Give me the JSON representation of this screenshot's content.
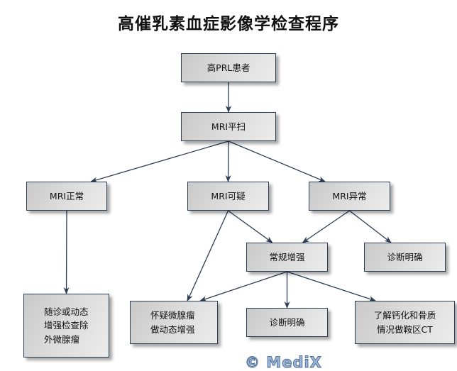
{
  "title": "高催乳素血症影像学检查程序",
  "nodes": {
    "start": "高PRL患者",
    "plain_mri": "MRI平扫",
    "mri_normal": "MRI正常",
    "mri_suspicious": "MRI可疑",
    "mri_abnormal": "MRI异常",
    "routine_enhance": "常规增强",
    "diagnosis_clear_1": "诊断明确",
    "follow_up": "随诊或动态\n增强检查除\n外微腺瘤",
    "suspect_microadenoma": "怀疑微腺瘤\n做动态增强",
    "diagnosis_clear_2": "诊断明确",
    "ct_check": "了解钙化和骨质\n情况做鞍区CT"
  },
  "edges": [
    [
      "start",
      "plain_mri"
    ],
    [
      "plain_mri",
      "mri_normal"
    ],
    [
      "plain_mri",
      "mri_suspicious"
    ],
    [
      "plain_mri",
      "mri_abnormal"
    ],
    [
      "mri_normal",
      "follow_up"
    ],
    [
      "mri_suspicious",
      "routine_enhance"
    ],
    [
      "mri_suspicious",
      "suspect_microadenoma"
    ],
    [
      "mri_abnormal",
      "routine_enhance"
    ],
    [
      "mri_abnormal",
      "diagnosis_clear_1"
    ],
    [
      "routine_enhance",
      "suspect_microadenoma"
    ],
    [
      "routine_enhance",
      "diagnosis_clear_2"
    ],
    [
      "routine_enhance",
      "ct_check"
    ]
  ],
  "colors": {
    "edge": "#2c3e55",
    "box_border": "#2c3e55"
  },
  "watermark": "© MediX"
}
